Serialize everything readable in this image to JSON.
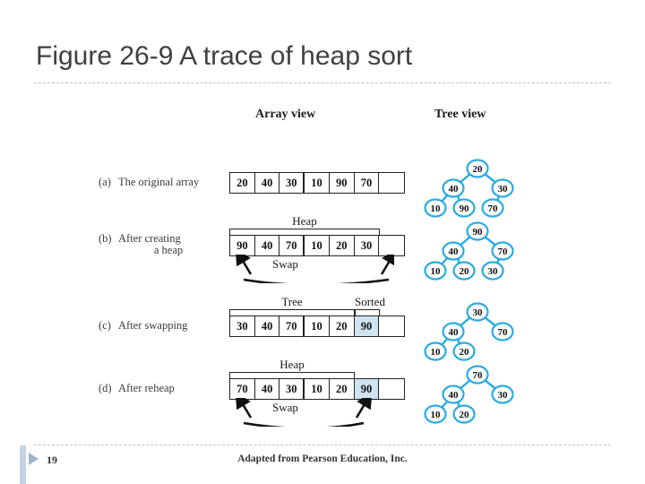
{
  "slide": {
    "title": "Figure 26-9 A trace of heap sort",
    "page_number": "19",
    "credit": "Adapted from Pearson Education, Inc.",
    "accent_color": "#c3d3e5",
    "node_color": "#29abe2",
    "sorted_cell_color": "#cfe4f2"
  },
  "figure": {
    "column_headers": {
      "array": "Array view",
      "tree": "Tree view"
    },
    "rows": [
      {
        "key": "a",
        "marker": "(a)",
        "label_line1": "The original array",
        "label_line2": "",
        "array": [
          "20",
          "40",
          "30",
          "10",
          "90",
          "70",
          ""
        ],
        "sorted_from": 7,
        "bracket": null,
        "bracket_label": "",
        "second_bracket": null,
        "second_bracket_label": "",
        "swap_label": "",
        "has_swap": false,
        "tree": {
          "root": "20",
          "left": "40",
          "right": "30",
          "left_left": "10",
          "left_right": "90",
          "right_left": "70",
          "right_right": null
        }
      },
      {
        "key": "b",
        "marker": "(b)",
        "label_line1": "After creating",
        "label_line2": "a heap",
        "array": [
          "90",
          "40",
          "70",
          "10",
          "20",
          "30",
          ""
        ],
        "sorted_from": 7,
        "bracket": [
          0,
          6
        ],
        "bracket_label": "Heap",
        "second_bracket": null,
        "second_bracket_label": "",
        "swap_label": "Swap",
        "has_swap": true,
        "tree": {
          "root": "90",
          "left": "40",
          "right": "70",
          "left_left": "10",
          "left_right": "20",
          "right_left": "30",
          "right_right": null
        }
      },
      {
        "key": "c",
        "marker": "(c)",
        "label_line1": "After swapping",
        "label_line2": "",
        "array": [
          "30",
          "40",
          "70",
          "10",
          "20",
          "90",
          ""
        ],
        "sorted_from": 5,
        "bracket": [
          0,
          5
        ],
        "bracket_label": "Tree",
        "second_bracket": [
          5,
          6
        ],
        "second_bracket_label": "Sorted",
        "swap_label": "",
        "has_swap": false,
        "tree": {
          "root": "30",
          "left": "40",
          "right": "70",
          "left_left": "10",
          "left_right": "20",
          "right_left": null,
          "right_right": null
        }
      },
      {
        "key": "d",
        "marker": "(d)",
        "label_line1": "After reheap",
        "label_line2": "",
        "array": [
          "70",
          "40",
          "30",
          "10",
          "20",
          "90",
          ""
        ],
        "sorted_from": 5,
        "bracket": [
          0,
          5
        ],
        "bracket_label": "Heap",
        "second_bracket": null,
        "second_bracket_label": "",
        "swap_label": "Swap",
        "has_swap": true,
        "tree": {
          "root": "70",
          "left": "40",
          "right": "30",
          "left_left": "10",
          "left_right": "20",
          "right_left": null,
          "right_right": null
        }
      }
    ]
  }
}
